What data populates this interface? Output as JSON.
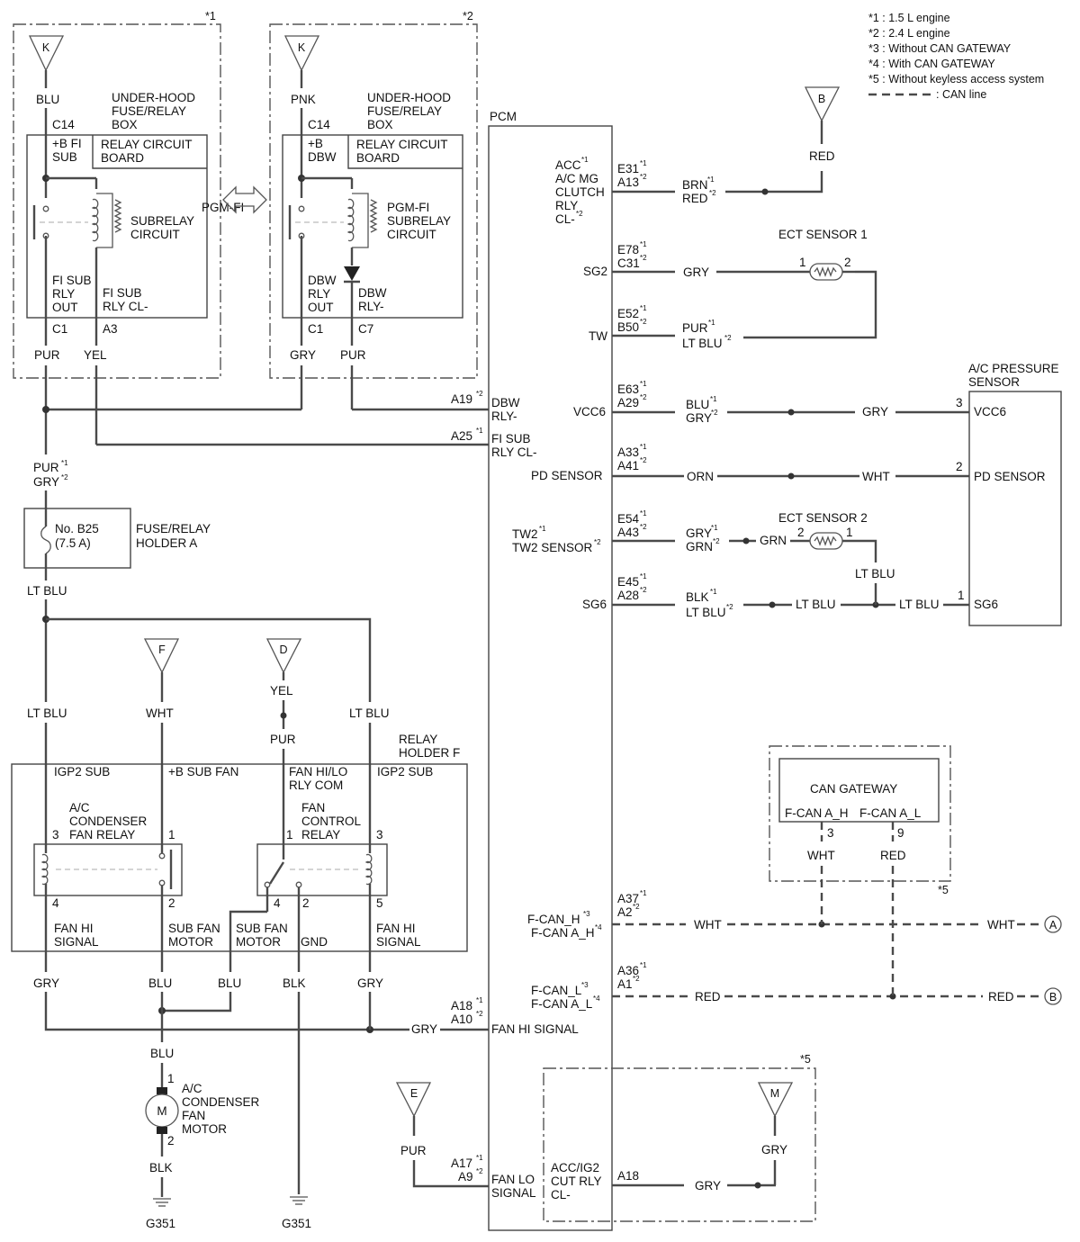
{
  "legend": {
    "notes": [
      "*1 : 1.5 L engine",
      "*2 : 2.4 L engine",
      "*3 : Without CAN GATEWAY",
      "*4 : With CAN GATEWAY",
      "*5 : Without keyless access system"
    ],
    "can_line": ": CAN line"
  },
  "notes_marks": {
    "n1": "*1",
    "n2": "*2",
    "n5": "*5"
  },
  "sup": {
    "s1": "*1",
    "s2": "*2",
    "s3": "*3",
    "s4": "*4"
  },
  "connectors": {
    "K": "K",
    "B": "B",
    "F": "F",
    "D": "D",
    "E": "E",
    "M": "M",
    "A": "A"
  },
  "relay1": {
    "wire_in": "BLU",
    "box_l1": "UNDER-HOOD",
    "box_l2": "FUSE/RELAY",
    "box_l3": "BOX",
    "pin_in": "C14",
    "fi_l1": "+B FI",
    "fi_l2": "SUB",
    "board_l1": "RELAY CIRCUIT",
    "board_l2": "BOARD",
    "sub_l1": "PGM-FI",
    "sub_l2": "SUBRELAY",
    "sub_l3": "CIRCUIT",
    "out_l1": "FI SUB",
    "out_l2": "RLY",
    "out_l3": "OUT",
    "cl_l1": "FI SUB",
    "cl_l2": "RLY CL-",
    "pin_out": "C1",
    "pin_cl": "A3",
    "wire_out": "PUR",
    "wire_cl": "YEL"
  },
  "relay2": {
    "wire_in": "PNK",
    "box_l1": "UNDER-HOOD",
    "box_l2": "FUSE/RELAY",
    "box_l3": "BOX",
    "pin_in": "C14",
    "b_l1": "+B",
    "b_l2": "DBW",
    "board_l1": "RELAY CIRCUIT",
    "board_l2": "BOARD",
    "sub_l1": "PGM-FI",
    "sub_l2": "SUBRELAY",
    "sub_l3": "CIRCUIT",
    "out_l1": "DBW",
    "out_l2": "RLY",
    "out_l3": "OUT",
    "cl_l1": "DBW",
    "cl_l2": "RLY-",
    "pin_out": "C1",
    "pin_cl": "C7",
    "wire_out": "GRY",
    "wire_cl": "PUR"
  },
  "pcm": {
    "title": "PCM",
    "dbw_pin": "A19",
    "dbw_l1": "DBW",
    "dbw_l2": "RLY-",
    "fisub_pin": "A25",
    "fisub_l1": "FI SUB",
    "fisub_l2": "RLY CL-",
    "acc_l1": "ACC",
    "acc_l2": "A/C MG",
    "acc_l3": "CLUTCH",
    "acc_l4": "RLY",
    "acc_l5": "CL-",
    "acc_p1": "E31",
    "acc_p2": "A13",
    "sg2": "SG2",
    "sg2_p1": "E78",
    "sg2_p2": "C31",
    "tw": "TW",
    "tw_p1": "E52",
    "tw_p2": "B50",
    "vcc6": "VCC6",
    "vcc6_p1": "E63",
    "vcc6_p2": "A29",
    "pd": "PD SENSOR",
    "pd_p1": "A33",
    "pd_p2": "A41",
    "tw2_l1": "TW2",
    "tw2_l2": "TW2 SENSOR",
    "tw2_p1": "E54",
    "tw2_p2": "A43",
    "sg6": "SG6",
    "sg6_p1": "E45",
    "sg6_p2": "A28",
    "fcanh_l1": "F-CAN_H",
    "fcanh_l2": "F-CAN A_H",
    "fcanh_p1": "A37",
    "fcanh_p2": "A2",
    "fcanl_l1": "F-CAN_L",
    "fcanl_l2": "F-CAN A_L",
    "fcanl_p1": "A36",
    "fcanl_p2": "A1",
    "fanhi_p1": "A18",
    "fanhi_p2": "A10",
    "fanhi": "FAN HI SIGNAL",
    "fanlo_p1": "A17",
    "fanlo_p2": "A9",
    "fanlo_l1": "FAN LO",
    "fanlo_l2": "SIGNAL",
    "acc_ig2_l1": "ACC/IG2",
    "acc_ig2_l2": "CUT RLY",
    "acc_ig2_l3": "CL-",
    "acc_ig2_pin": "A18"
  },
  "wires": {
    "red": "RED",
    "brn": "BRN",
    "red2": "RED",
    "gry_sg2": "GRY",
    "pur_tw": "PUR",
    "ltblu_tw": "LT BLU",
    "blu_vcc": "BLU",
    "gry_vcc": "GRY",
    "gry_vcc_r": "GRY",
    "orn_pd": "ORN",
    "wht_pd": "WHT",
    "gry_tw2": "GRY",
    "grn_tw2": "GRN",
    "grn_tw2_r": "GRN",
    "blk_sg6": "BLK",
    "ltblu_sg6": "LT BLU",
    "ltblu_sg6_m": "LT BLU",
    "ltblu_sg6_r": "LT BLU",
    "ltblu_ect2": "LT BLU",
    "wht_can": "WHT",
    "wht_can_r": "WHT",
    "red_can": "RED",
    "red_can_r": "RED",
    "wht_gw": "WHT",
    "red_gw": "RED",
    "fuse_pur": "PUR",
    "fuse_gry": "GRY",
    "ltblu_below_fuse": "LT BLU",
    "ltblu_left": "LT BLU",
    "wht_f": "WHT",
    "yel_d": "YEL",
    "pur_d": "PUR",
    "ltblu_right": "LT BLU",
    "gry_1": "GRY",
    "blu_2": "BLU",
    "blu_3": "BLU",
    "blk_4": "BLK",
    "gry_5": "GRY",
    "gry_fanhi": "GRY",
    "blu_motor": "BLU",
    "blk_motor": "BLK",
    "pur_e": "PUR",
    "gry_m": "GRY",
    "gry_accig2": "GRY"
  },
  "ect1": {
    "title": "ECT SENSOR 1",
    "p1": "1",
    "p2": "2"
  },
  "ect2": {
    "title": "ECT SENSOR 2",
    "p1": "1",
    "p2": "2"
  },
  "acps": {
    "title_l1": "A/C PRESSURE",
    "title_l2": "SENSOR",
    "vcc6": "VCC6",
    "pd": "PD SENSOR",
    "sg6": "SG6",
    "p3": "3",
    "p2": "2",
    "p1": "1"
  },
  "fuse": {
    "name_l1": "No. B25",
    "name_l2": "(7.5 A)",
    "holder_l1": "FUSE/RELAY",
    "holder_l2": "HOLDER A"
  },
  "relay_f": {
    "title_l1": "RELAY",
    "title_l2": "HOLDER F",
    "igp2_l": "IGP2 SUB",
    "bsub": "+B SUB FAN",
    "fanhilo_l1": "FAN HI/LO",
    "fanhilo_l2": "RLY COM",
    "igp2_r": "IGP2 SUB",
    "acr_l1": "A/C",
    "acr_l2": "CONDENSER",
    "acr_l3": "FAN RELAY",
    "fcr_l1": "FAN",
    "fcr_l2": "CONTROL",
    "fcr_l3": "RELAY",
    "p3a": "3",
    "p1a": "1",
    "p4a": "4",
    "p2a": "2",
    "p1b": "1",
    "p3b": "3",
    "p4b": "4",
    "p2b": "2",
    "p5b": "5",
    "b1_l1": "FAN HI",
    "b1_l2": "SIGNAL",
    "b2_l1": "SUB FAN",
    "b2_l2": "MOTOR",
    "b3_l1": "SUB FAN",
    "b3_l2": "MOTOR",
    "b4": "GND",
    "b5_l1": "FAN HI",
    "b5_l2": "SIGNAL"
  },
  "can_gateway": {
    "title": "CAN GATEWAY",
    "h": "F-CAN A_H",
    "l": "F-CAN A_L",
    "p3": "3",
    "p9": "9"
  },
  "motor": {
    "symbol": "M",
    "l1": "A/C",
    "l2": "CONDENSER",
    "l3": "FAN",
    "l4": "MOTOR",
    "p1": "1",
    "p2": "2"
  },
  "grounds": {
    "g1": "G351",
    "g2": "G351"
  }
}
